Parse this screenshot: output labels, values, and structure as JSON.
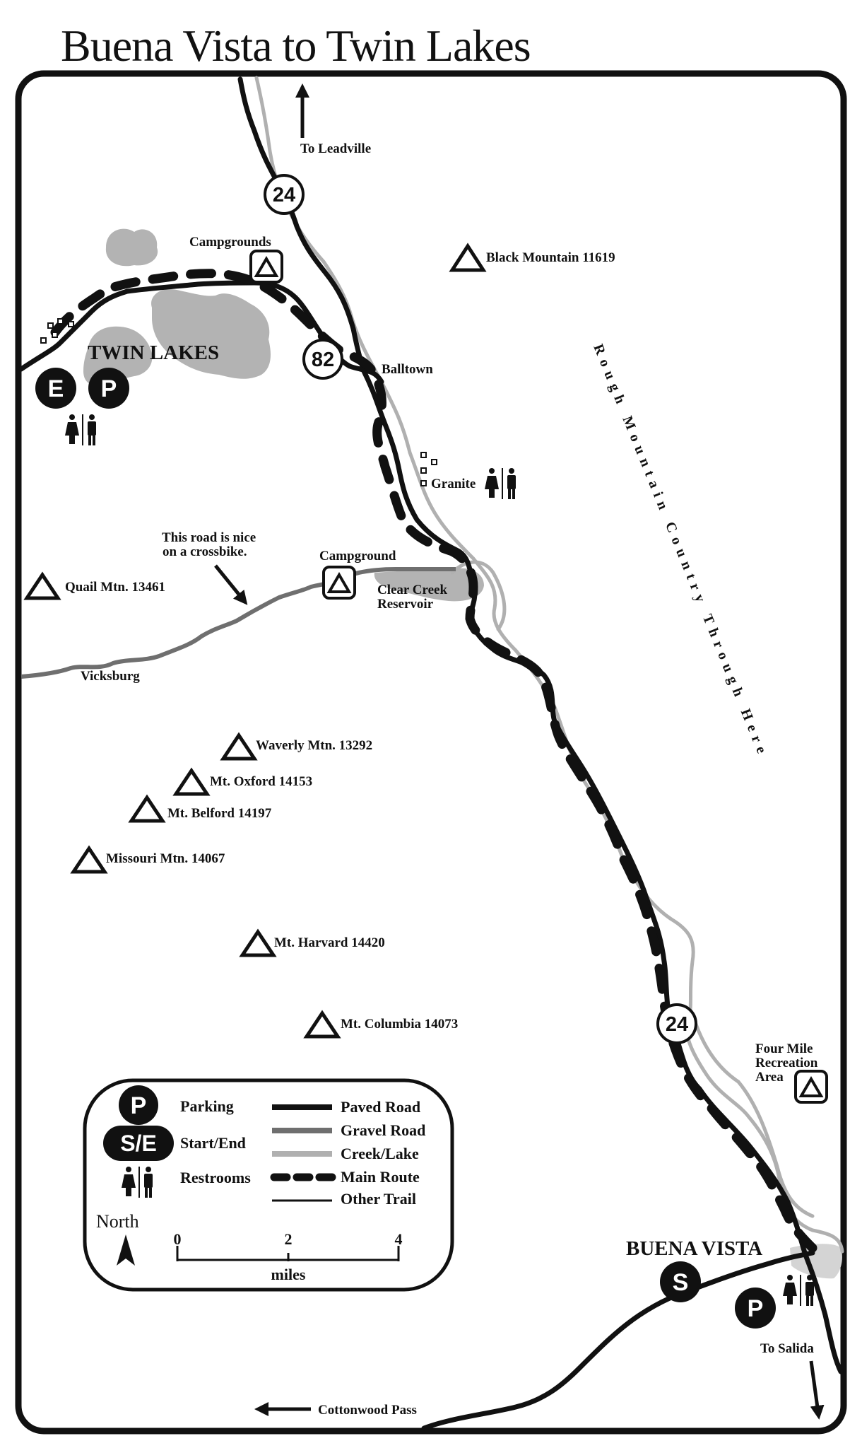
{
  "title": "Buena Vista to Twin Lakes",
  "colors": {
    "paved": "#111111",
    "gravel": "#6f6f6f",
    "creek": "#b0b0b0",
    "lake": "#b3b3b3",
    "frame": "#111111"
  },
  "places": {
    "twin_lakes": "TWIN LAKES",
    "buena_vista": "BUENA VISTA",
    "balltown": "Balltown",
    "granite": "Granite",
    "vicksburg": "Vicksburg",
    "clear_creek_1": "Clear Creek",
    "clear_creek_2": "Reservoir",
    "four_mile_1": "Four Mile",
    "four_mile_2": "Recreation",
    "four_mile_3": "Area",
    "campgrounds": "Campgrounds",
    "campground": "Campground"
  },
  "directions": {
    "leadville": "To Leadville",
    "salida": "To Salida",
    "cottonwood": "Cottonwood Pass"
  },
  "note": {
    "line1": "This road is nice",
    "line2": "on a crossbike."
  },
  "region": "Rough Mountain Country Through Here",
  "shields": {
    "hwy24": "24",
    "hwy82": "82"
  },
  "badges": {
    "end": "E",
    "parking": "P",
    "start": "S",
    "start_end": "S/E"
  },
  "mountains": [
    {
      "name": "Black Mountain 11619"
    },
    {
      "name": "Quail Mtn. 13461"
    },
    {
      "name": "Waverly Mtn. 13292"
    },
    {
      "name": "Mt. Oxford 14153"
    },
    {
      "name": "Mt. Belford 14197"
    },
    {
      "name": "Missouri Mtn. 14067"
    },
    {
      "name": "Mt. Harvard 14420"
    },
    {
      "name": "Mt. Columbia 14073"
    }
  ],
  "legend": {
    "parking": "Parking",
    "start_end": "Start/End",
    "restrooms": "Restrooms",
    "paved_road": "Paved Road",
    "gravel_road": "Gravel Road",
    "creek_lake": "Creek/Lake",
    "main_route": "Main Route",
    "other_trail": "Other Trail",
    "north": "North",
    "scale_ticks": [
      "0",
      "2",
      "4"
    ],
    "scale_unit": "miles"
  }
}
